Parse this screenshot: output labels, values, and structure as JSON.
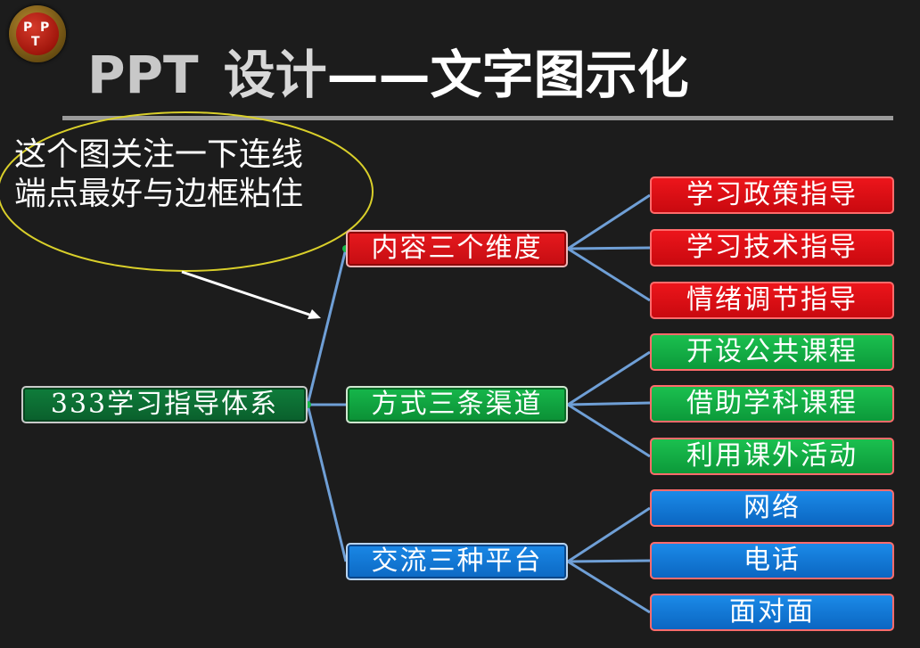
{
  "logo": {
    "letters": [
      "P",
      "P",
      "T"
    ]
  },
  "title": {
    "prefix": "PPT",
    "part1": "设计",
    "dash": "——",
    "part2": "文字图示化"
  },
  "note": {
    "line1": "这个图关注一下连线",
    "line2": "端点最好与边框粘住"
  },
  "diagram": {
    "root": "333学习指导体系",
    "branches": [
      {
        "label": "内容三个维度",
        "children": [
          "学习政策指导",
          "学习技术指导",
          "情绪调节指导"
        ]
      },
      {
        "label": "方式三条渠道",
        "children": [
          "开设公共课程",
          "借助学科课程",
          "利用课外活动"
        ]
      },
      {
        "label": "交流三种平台",
        "children": [
          "网络",
          "电话",
          "面对面"
        ]
      }
    ]
  },
  "colors": {
    "background": "#1c1c1c",
    "connector": "#6f9fd6",
    "ellipse": "#d9cf2a",
    "content_branch": "#e7191e",
    "method_branch": "#16b74b",
    "platform_branch": "#1a88e6"
  }
}
